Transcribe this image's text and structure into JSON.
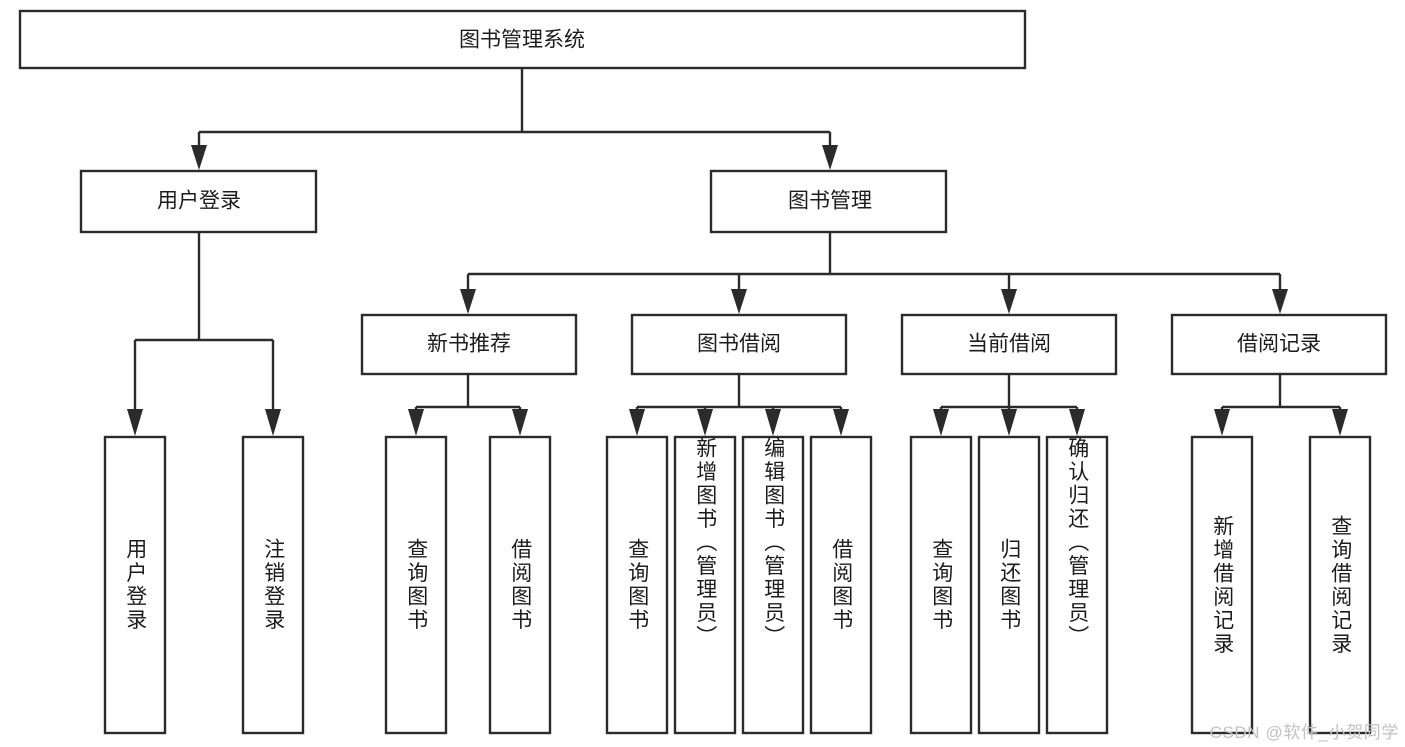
{
  "diagram": {
    "type": "tree-hierarchy",
    "title": "图书管理系统",
    "watermark": "CSDN @软件_小贺同学",
    "colors": {
      "box_stroke": "#2b2b2b",
      "box_fill": "#ffffff",
      "text": "#1c1c1c",
      "background": "#ffffff",
      "watermark": "#c2c2c2"
    },
    "root": {
      "id": "root",
      "label": "图书管理系统",
      "orientation": "horizontal"
    },
    "level2": [
      {
        "id": "user-login",
        "label": "用户登录",
        "orientation": "horizontal"
      },
      {
        "id": "book-management",
        "label": "图书管理",
        "orientation": "horizontal"
      }
    ],
    "level3": [
      {
        "id": "new-book-recommend",
        "label": "新书推荐",
        "orientation": "horizontal",
        "parent": "book-management"
      },
      {
        "id": "book-borrow",
        "label": "图书借阅",
        "orientation": "horizontal",
        "parent": "book-management"
      },
      {
        "id": "current-borrow",
        "label": "当前借阅",
        "orientation": "horizontal",
        "parent": "book-management"
      },
      {
        "id": "borrow-record",
        "label": "借阅记录",
        "orientation": "horizontal",
        "parent": "book-management"
      }
    ],
    "leaves": [
      {
        "id": "leaf-user-login",
        "label": "用户登录",
        "orientation": "vertical",
        "parent": "user-login"
      },
      {
        "id": "leaf-logout-login",
        "label": "注销登录",
        "orientation": "vertical",
        "parent": "user-login"
      },
      {
        "id": "leaf-query-book-1",
        "label": "查询图书",
        "orientation": "vertical",
        "parent": "new-book-recommend"
      },
      {
        "id": "leaf-borrow-book-1",
        "label": "借阅图书",
        "orientation": "vertical",
        "parent": "new-book-recommend"
      },
      {
        "id": "leaf-query-book-2",
        "label": "查询图书",
        "orientation": "vertical",
        "parent": "book-borrow"
      },
      {
        "id": "leaf-add-book",
        "label": "新增图书（管理员）",
        "orientation": "vertical",
        "parent": "book-borrow"
      },
      {
        "id": "leaf-edit-book",
        "label": "编辑图书（管理员）",
        "orientation": "vertical",
        "parent": "book-borrow"
      },
      {
        "id": "leaf-borrow-book-2",
        "label": "借阅图书",
        "orientation": "vertical",
        "parent": "book-borrow"
      },
      {
        "id": "leaf-query-book-3",
        "label": "查询图书",
        "orientation": "vertical",
        "parent": "current-borrow"
      },
      {
        "id": "leaf-return-book",
        "label": "归还图书",
        "orientation": "vertical",
        "parent": "current-borrow"
      },
      {
        "id": "leaf-confirm-return",
        "label": "确认归还（管理员）",
        "orientation": "vertical",
        "parent": "current-borrow"
      },
      {
        "id": "leaf-add-record",
        "label": "新增借阅记录",
        "orientation": "vertical",
        "parent": "borrow-record"
      },
      {
        "id": "leaf-query-record",
        "label": "查询借阅记录",
        "orientation": "vertical",
        "parent": "borrow-record"
      }
    ]
  }
}
